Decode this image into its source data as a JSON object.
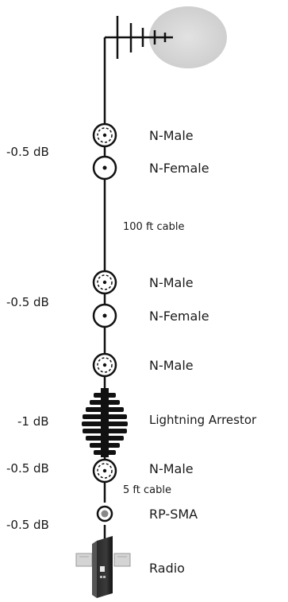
{
  "connectors": {
    "n_male_1": "N-Male",
    "n_female_1": "N-Female",
    "n_male_2": "N-Male",
    "n_female_2": "N-Female",
    "n_male_3": "N-Male",
    "lightning_arrestor": "Lightning Arrestor",
    "n_male_4": "N-Male",
    "rp_sma": "RP-SMA",
    "radio": "Radio"
  },
  "cables": {
    "long": "100 ft cable",
    "short": "5 ft cable"
  },
  "losses": {
    "pair_1": "-0.5 dB",
    "pair_2": "-0.5 dB",
    "arrestor": "-1 dB",
    "n_male_4": "-0.5 dB",
    "rp_sma": "-0.5 dB"
  },
  "icons": {
    "antenna": "antenna-icon",
    "n_male": "n-male-connector-icon",
    "n_female": "n-female-connector-icon",
    "arrestor": "lightning-arrestor-icon",
    "rp_sma": "rp-sma-connector-icon",
    "radio": "radio-device-icon"
  },
  "colors": {
    "line": "#111111",
    "antenna_glow": "#dcdcdc"
  }
}
